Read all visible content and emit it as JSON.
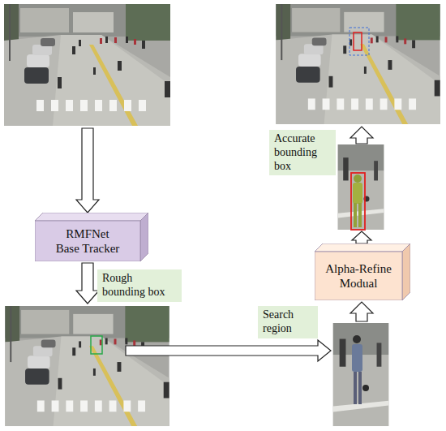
{
  "diagram": {
    "nodes": [
      {
        "text": [
          "Accurate bounding box"
        ]
      },
      {
        "text": [
          "RMFNet Base Tracker"
        ]
      },
      {
        "text": [
          "Alpha-Refine Modual"
        ]
      },
      {
        "text": [
          "Rough bounding box"
        ]
      },
      {
        "text": [
          "Search region"
        ]
      }
    ]
  }
}
